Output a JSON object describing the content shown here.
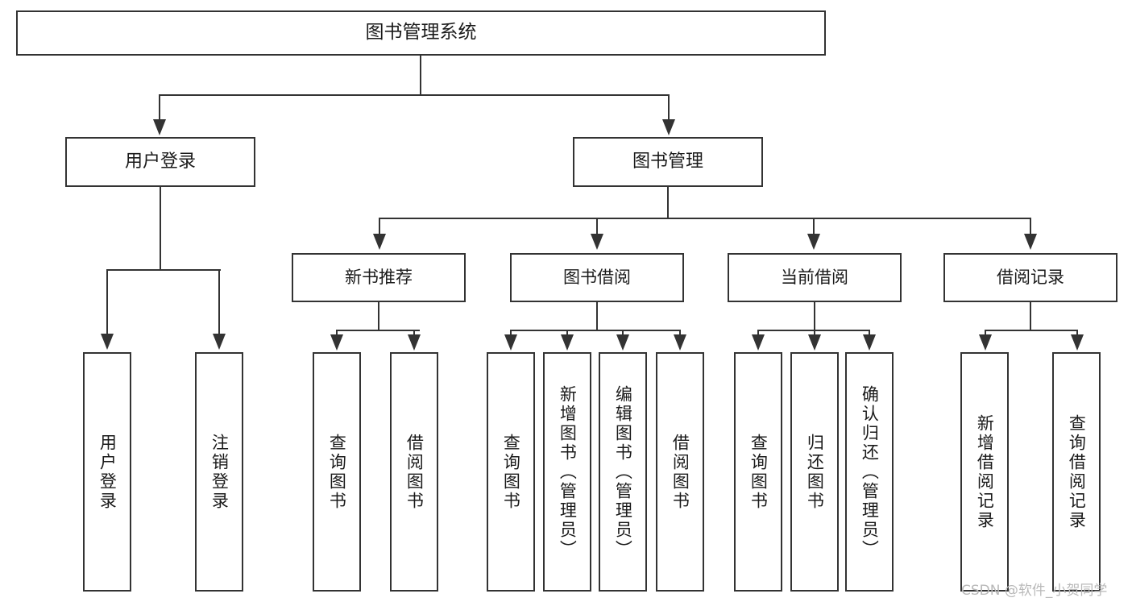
{
  "diagram": {
    "title": "图书管理系统",
    "type": "tree-hierarchy",
    "root": {
      "id": "root",
      "label": "图书管理系统"
    },
    "level1": [
      {
        "id": "user-login",
        "label": "用户登录"
      },
      {
        "id": "book-manage",
        "label": "图书管理"
      }
    ],
    "level2": [
      {
        "id": "new-book-rec",
        "label": "新书推荐",
        "parent": "book-manage"
      },
      {
        "id": "book-borrow",
        "label": "图书借阅",
        "parent": "book-manage"
      },
      {
        "id": "current-borrow",
        "label": "当前借阅",
        "parent": "book-manage"
      },
      {
        "id": "borrow-record",
        "label": "借阅记录",
        "parent": "book-manage"
      }
    ],
    "leaves": {
      "user_login": [
        {
          "id": "leaf-user-login",
          "label": "用户登录"
        },
        {
          "id": "leaf-user-logout",
          "label": "注销登录"
        }
      ],
      "new_book_rec": [
        {
          "id": "leaf-query-book-1",
          "label": "查询图书"
        },
        {
          "id": "leaf-borrow-book-1",
          "label": "借阅图书"
        }
      ],
      "book_borrow": [
        {
          "id": "leaf-query-book-2",
          "label": "查询图书"
        },
        {
          "id": "leaf-add-book",
          "label": "新增图书（管理员）"
        },
        {
          "id": "leaf-edit-book",
          "label": "编辑图书（管理员）"
        },
        {
          "id": "leaf-borrow-book-2",
          "label": "借阅图书"
        }
      ],
      "current_borrow": [
        {
          "id": "leaf-query-book-3",
          "label": "查询图书"
        },
        {
          "id": "leaf-return-book",
          "label": "归还图书"
        },
        {
          "id": "leaf-confirm-return",
          "label": "确认归还（管理员）"
        }
      ],
      "borrow_record": [
        {
          "id": "leaf-add-record",
          "label": "新增借阅记录"
        },
        {
          "id": "leaf-query-record",
          "label": "查询借阅记录"
        }
      ]
    }
  },
  "watermark": {
    "text": "CSDN @软件_小贺同学"
  },
  "colors": {
    "border": "#333333",
    "background": "#ffffff",
    "text": "#1a1a1a",
    "watermark": "#b9b9b9"
  }
}
